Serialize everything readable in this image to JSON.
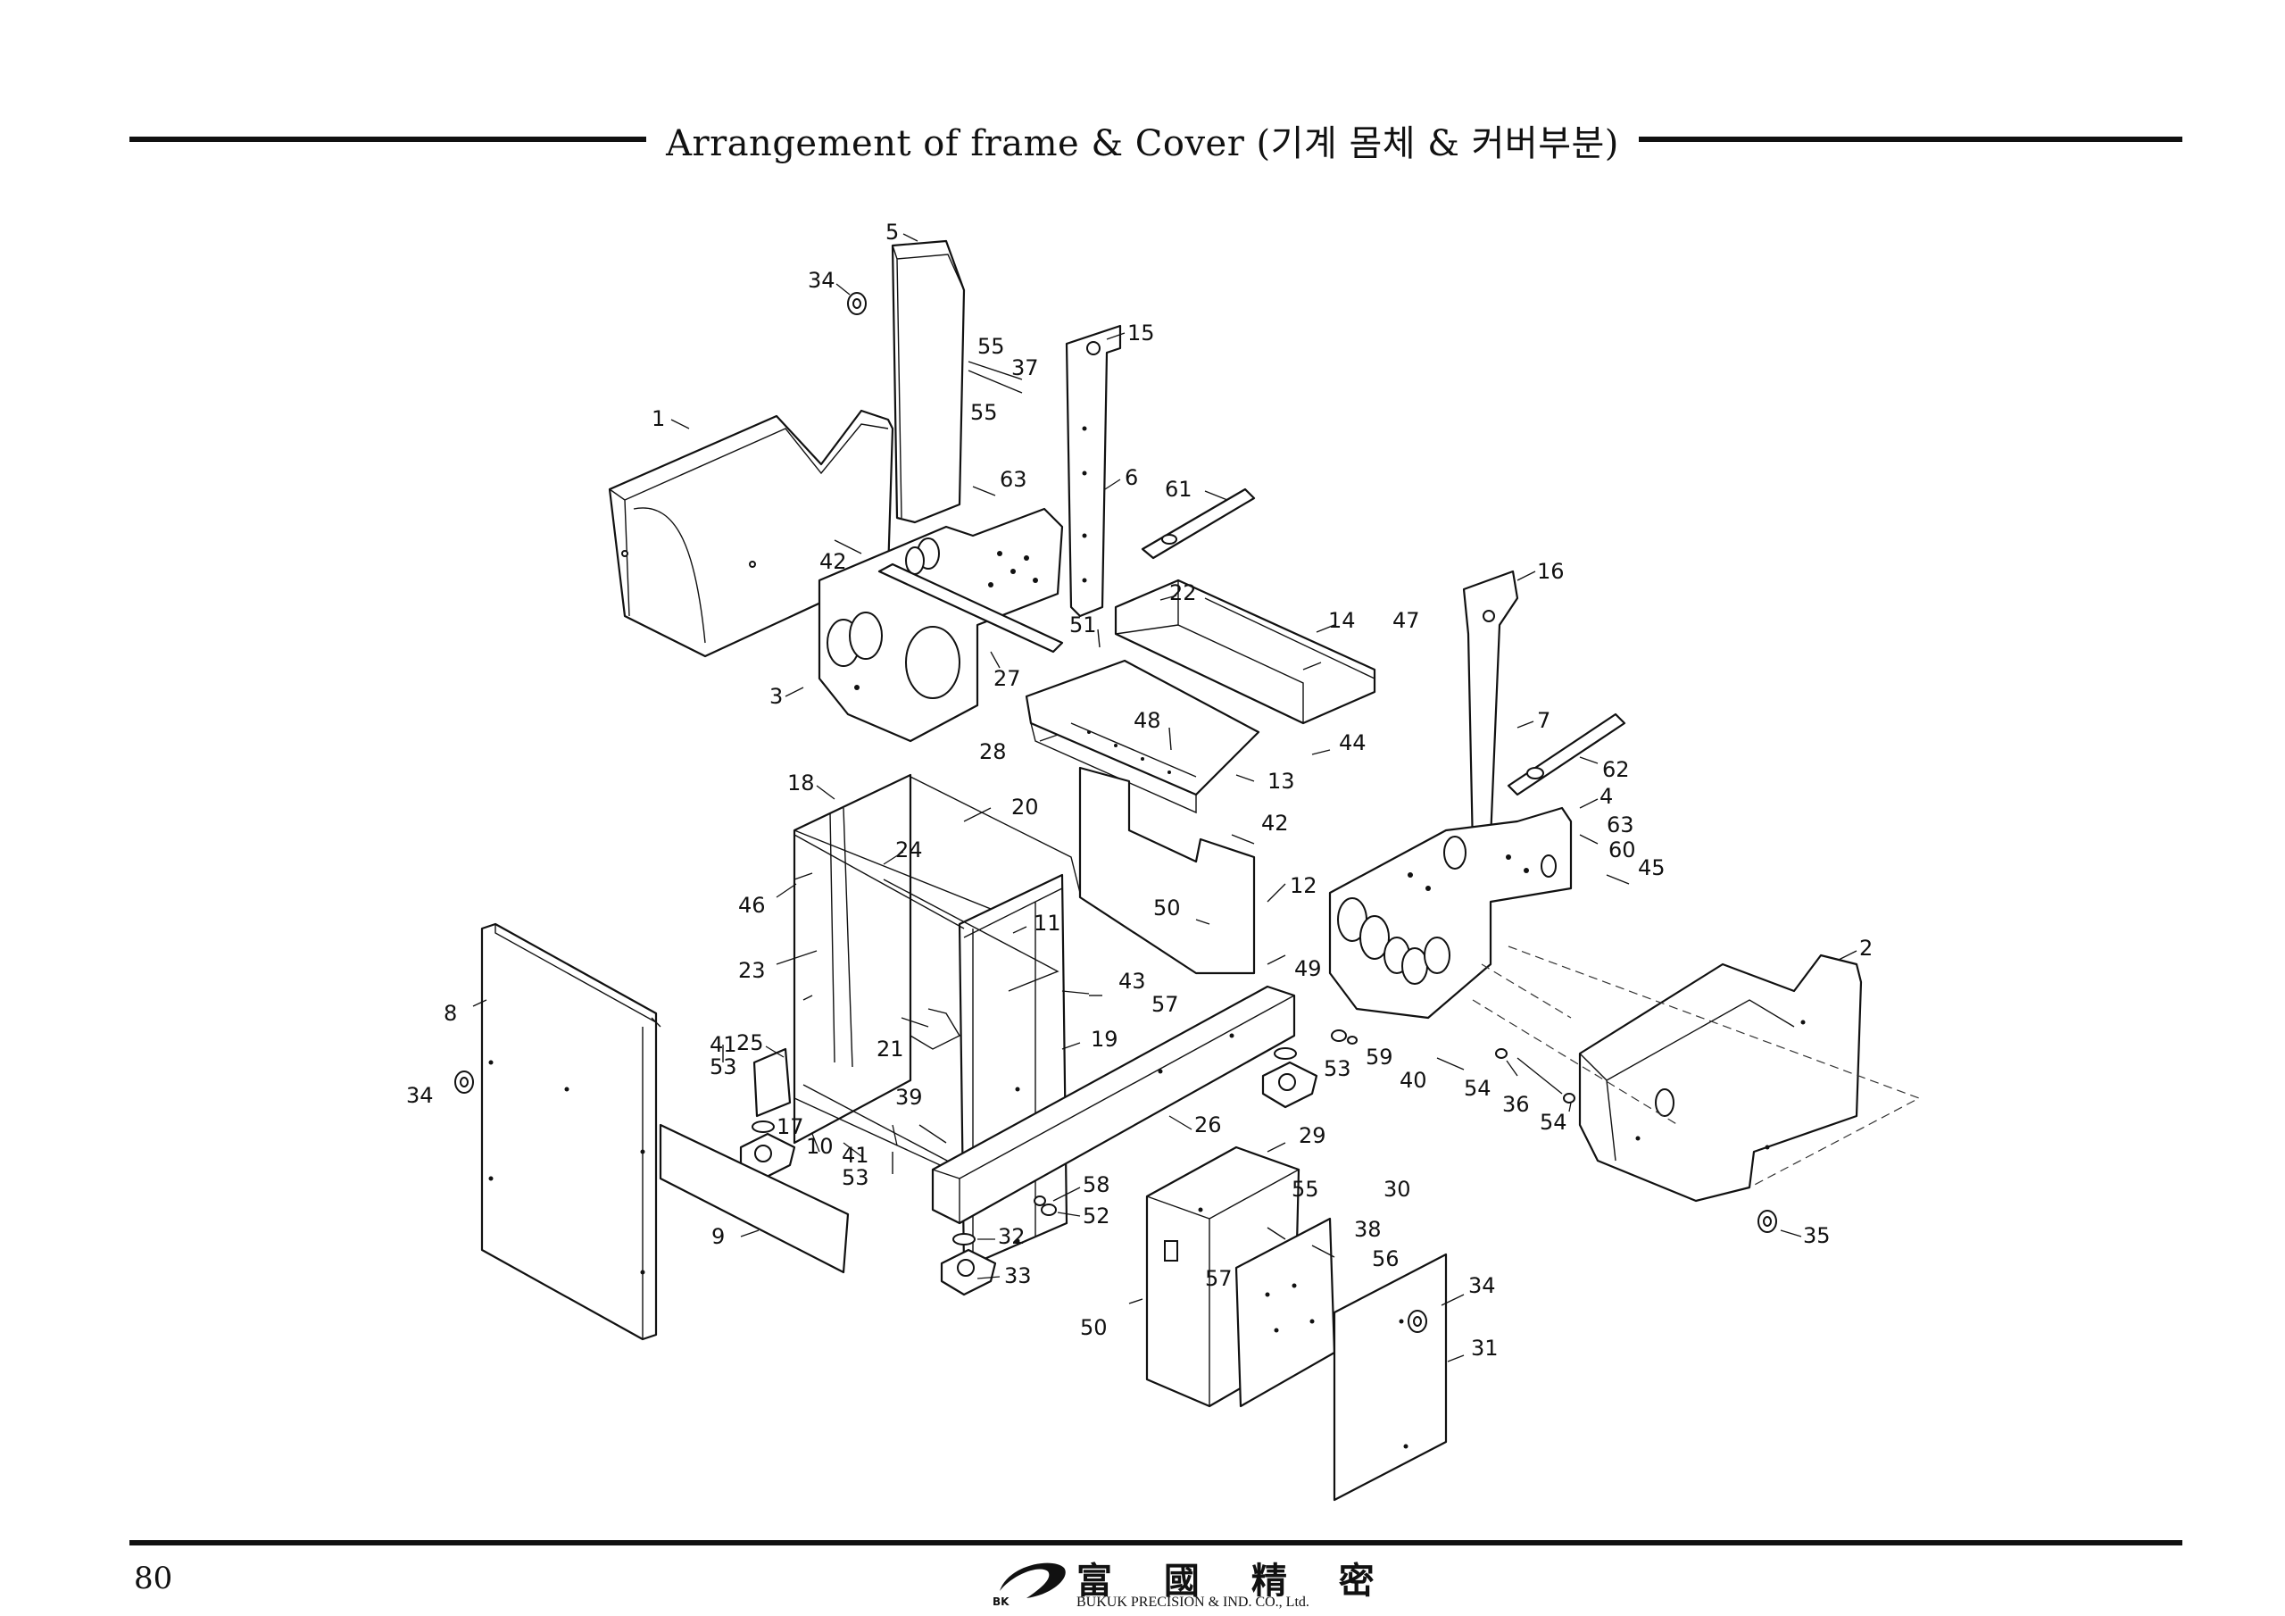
{
  "header": {
    "title": "Arrangement of frame & Cover (기계 몸체 & 커버부분)"
  },
  "footer": {
    "page_number": "80",
    "logo_hanja": "富 國 精 密",
    "logo_mark": "BK",
    "company_name": "BUKUK PRECISION & IND. CO., Ltd."
  },
  "diagram": {
    "part_labels": [
      "1",
      "2",
      "3",
      "4",
      "5",
      "6",
      "7",
      "8",
      "9",
      "10",
      "11",
      "12",
      "13",
      "14",
      "15",
      "16",
      "17",
      "18",
      "19",
      "20",
      "21",
      "22",
      "23",
      "24",
      "25",
      "26",
      "27",
      "28",
      "29",
      "30",
      "31",
      "32",
      "33",
      "34",
      "35",
      "36",
      "37",
      "38",
      "39",
      "40",
      "41",
      "42",
      "43",
      "44",
      "45",
      "46",
      "47",
      "48",
      "49",
      "50",
      "51",
      "52",
      "53",
      "54",
      "55",
      "56",
      "57",
      "58",
      "59",
      "60",
      "61",
      "62",
      "63"
    ],
    "callouts": [
      {
        "id": "c5",
        "text": "5"
      },
      {
        "id": "c34a",
        "text": "34"
      },
      {
        "id": "c15",
        "text": "15"
      },
      {
        "id": "c55a",
        "text": "55"
      },
      {
        "id": "c37",
        "text": "37"
      },
      {
        "id": "c55b",
        "text": "55"
      },
      {
        "id": "c1",
        "text": "1"
      },
      {
        "id": "c63a",
        "text": "63"
      },
      {
        "id": "c6",
        "text": "6"
      },
      {
        "id": "c61",
        "text": "61"
      },
      {
        "id": "c42a",
        "text": "42"
      },
      {
        "id": "c22",
        "text": "22"
      },
      {
        "id": "c16",
        "text": "16"
      },
      {
        "id": "c51",
        "text": "51"
      },
      {
        "id": "c14",
        "text": "14"
      },
      {
        "id": "c47",
        "text": "47"
      },
      {
        "id": "c3",
        "text": "3"
      },
      {
        "id": "c27",
        "text": "27"
      },
      {
        "id": "c48",
        "text": "48"
      },
      {
        "id": "c7",
        "text": "7"
      },
      {
        "id": "c28",
        "text": "28"
      },
      {
        "id": "c44",
        "text": "44"
      },
      {
        "id": "c62",
        "text": "62"
      },
      {
        "id": "c13",
        "text": "13"
      },
      {
        "id": "c18",
        "text": "18"
      },
      {
        "id": "c4",
        "text": "4"
      },
      {
        "id": "c20",
        "text": "20"
      },
      {
        "id": "c42b",
        "text": "42"
      },
      {
        "id": "c63b",
        "text": "63"
      },
      {
        "id": "c60",
        "text": "60"
      },
      {
        "id": "c45",
        "text": "45"
      },
      {
        "id": "c24",
        "text": "24"
      },
      {
        "id": "c46",
        "text": "46"
      },
      {
        "id": "c12",
        "text": "12"
      },
      {
        "id": "c50a",
        "text": "50"
      },
      {
        "id": "c11",
        "text": "11"
      },
      {
        "id": "c2",
        "text": "2"
      },
      {
        "id": "c23",
        "text": "23"
      },
      {
        "id": "c49",
        "text": "49"
      },
      {
        "id": "c43",
        "text": "43"
      },
      {
        "id": "c8",
        "text": "8"
      },
      {
        "id": "c57a",
        "text": "57"
      },
      {
        "id": "c41a",
        "text": "41"
      },
      {
        "id": "c25",
        "text": "25"
      },
      {
        "id": "c19",
        "text": "19"
      },
      {
        "id": "c53a",
        "text": "53"
      },
      {
        "id": "c21",
        "text": "21"
      },
      {
        "id": "c59",
        "text": "59"
      },
      {
        "id": "c53b",
        "text": "53"
      },
      {
        "id": "c40",
        "text": "40"
      },
      {
        "id": "c54a",
        "text": "54"
      },
      {
        "id": "c34b",
        "text": "34"
      },
      {
        "id": "c39",
        "text": "39"
      },
      {
        "id": "c36",
        "text": "36"
      },
      {
        "id": "c54b",
        "text": "54"
      },
      {
        "id": "c17",
        "text": "17"
      },
      {
        "id": "c26",
        "text": "26"
      },
      {
        "id": "c10",
        "text": "10"
      },
      {
        "id": "c41b",
        "text": "41"
      },
      {
        "id": "c29",
        "text": "29"
      },
      {
        "id": "c53c",
        "text": "53"
      },
      {
        "id": "c58",
        "text": "58"
      },
      {
        "id": "c55c",
        "text": "55"
      },
      {
        "id": "c30",
        "text": "30"
      },
      {
        "id": "c52",
        "text": "52"
      },
      {
        "id": "c38",
        "text": "38"
      },
      {
        "id": "c35",
        "text": "35"
      },
      {
        "id": "c9",
        "text": "9"
      },
      {
        "id": "c32",
        "text": "32"
      },
      {
        "id": "c56",
        "text": "56"
      },
      {
        "id": "c57b",
        "text": "57"
      },
      {
        "id": "c33",
        "text": "33"
      },
      {
        "id": "c34c",
        "text": "34"
      },
      {
        "id": "c50b",
        "text": "50"
      },
      {
        "id": "c31",
        "text": "31"
      }
    ]
  }
}
